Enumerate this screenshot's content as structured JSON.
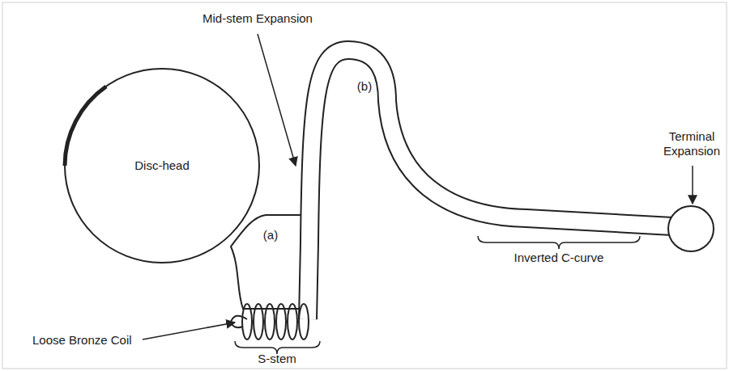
{
  "diagram": {
    "labels": [
      "Mid-stem Expansion",
      "(b)",
      "Terminal Expansion",
      "Disc-head",
      "(a)",
      "Loose Bronze Coil",
      "S-stem",
      "Inverted C-curve"
    ]
  }
}
